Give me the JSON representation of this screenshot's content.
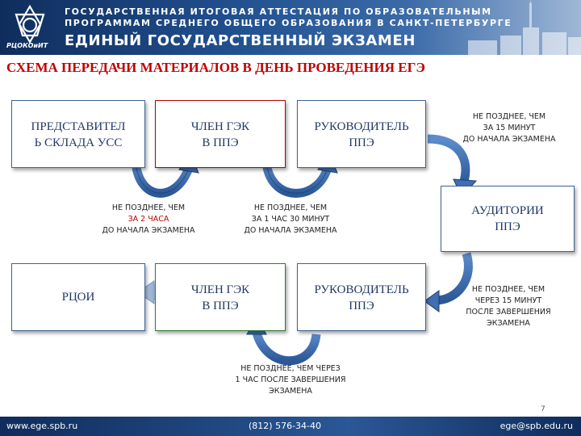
{
  "header": {
    "logo_text": "РЦОКОиИТ",
    "line1": "ГОСУДАРСТВЕННАЯ ИТОГОВАЯ АТТЕСТАЦИЯ ПО ОБРАЗОВАТЕЛЬНЫМ",
    "line2": "ПРОГРАММАМ СРЕДНЕГО ОБЩЕГО ОБРАЗОВАНИЯ В САНКТ-ПЕТЕРБУРГЕ",
    "main": "ЕДИНЫЙ ГОСУДАРСТВЕННЫЙ ЭКЗАМЕН"
  },
  "title": "СХЕМА ПЕРЕДАЧИ МАТЕРИАЛОВ В ДЕНЬ ПРОВЕДЕНИЯ ЕГЭ",
  "boxes": {
    "rep": "ПРЕДСТАВИТЕЛ\nЬ СКЛАДА УСС",
    "gek1": "ЧЛЕН ГЭК\nВ ППЭ",
    "head1": "РУКОВОДИТЕЛЬ\nППЭ",
    "auditorium": "АУДИТОРИИ\nППЭ",
    "rcoi": "РЦОИ",
    "gek2": "ЧЛЕН ГЭК\nВ ППЭ",
    "head2": "РУКОВОДИТЕЛЬ\nППЭ"
  },
  "notes": {
    "n1_a": "НЕ ПОЗДНЕЕ, ЧЕМ",
    "n1_b": "ЗА 2 ЧАСА",
    "n1_c": "ДО НАЧАЛА ЭКЗАМЕНА",
    "n2": "НЕ ПОЗДНЕЕ, ЧЕМ\nЗА 1 ЧАС 30 МИНУТ\nДО НАЧАЛА ЭКЗАМЕНА",
    "n3": "НЕ ПОЗДНЕЕ, ЧЕМ\nЗА 15 МИНУТ\nДО НАЧАЛА ЭКЗАМЕНА",
    "n4": "НЕ ПОЗДНЕЕ, ЧЕМ\nЧЕРЕЗ 15 МИНУТ\nПОСЛЕ ЗАВЕРШЕНИЯ\nЭКЗАМЕНА",
    "n5": "НЕ ПОЗДНЕЕ, ЧЕМ ЧЕРЕЗ\n1 ЧАС ПОСЛЕ ЗАВЕРШЕНИЯ\nЭКЗАМЕНА"
  },
  "footer": {
    "website": "www.ege.spb.ru",
    "phone": "(812) 576-34-40",
    "email": "ege@spb.edu.ru"
  },
  "page_number": "7",
  "colors": {
    "header_dark": "#0f2d5c",
    "title_red": "#c00000",
    "arrow_blue": "#3f6fb0",
    "box_text": "#1f3864"
  }
}
